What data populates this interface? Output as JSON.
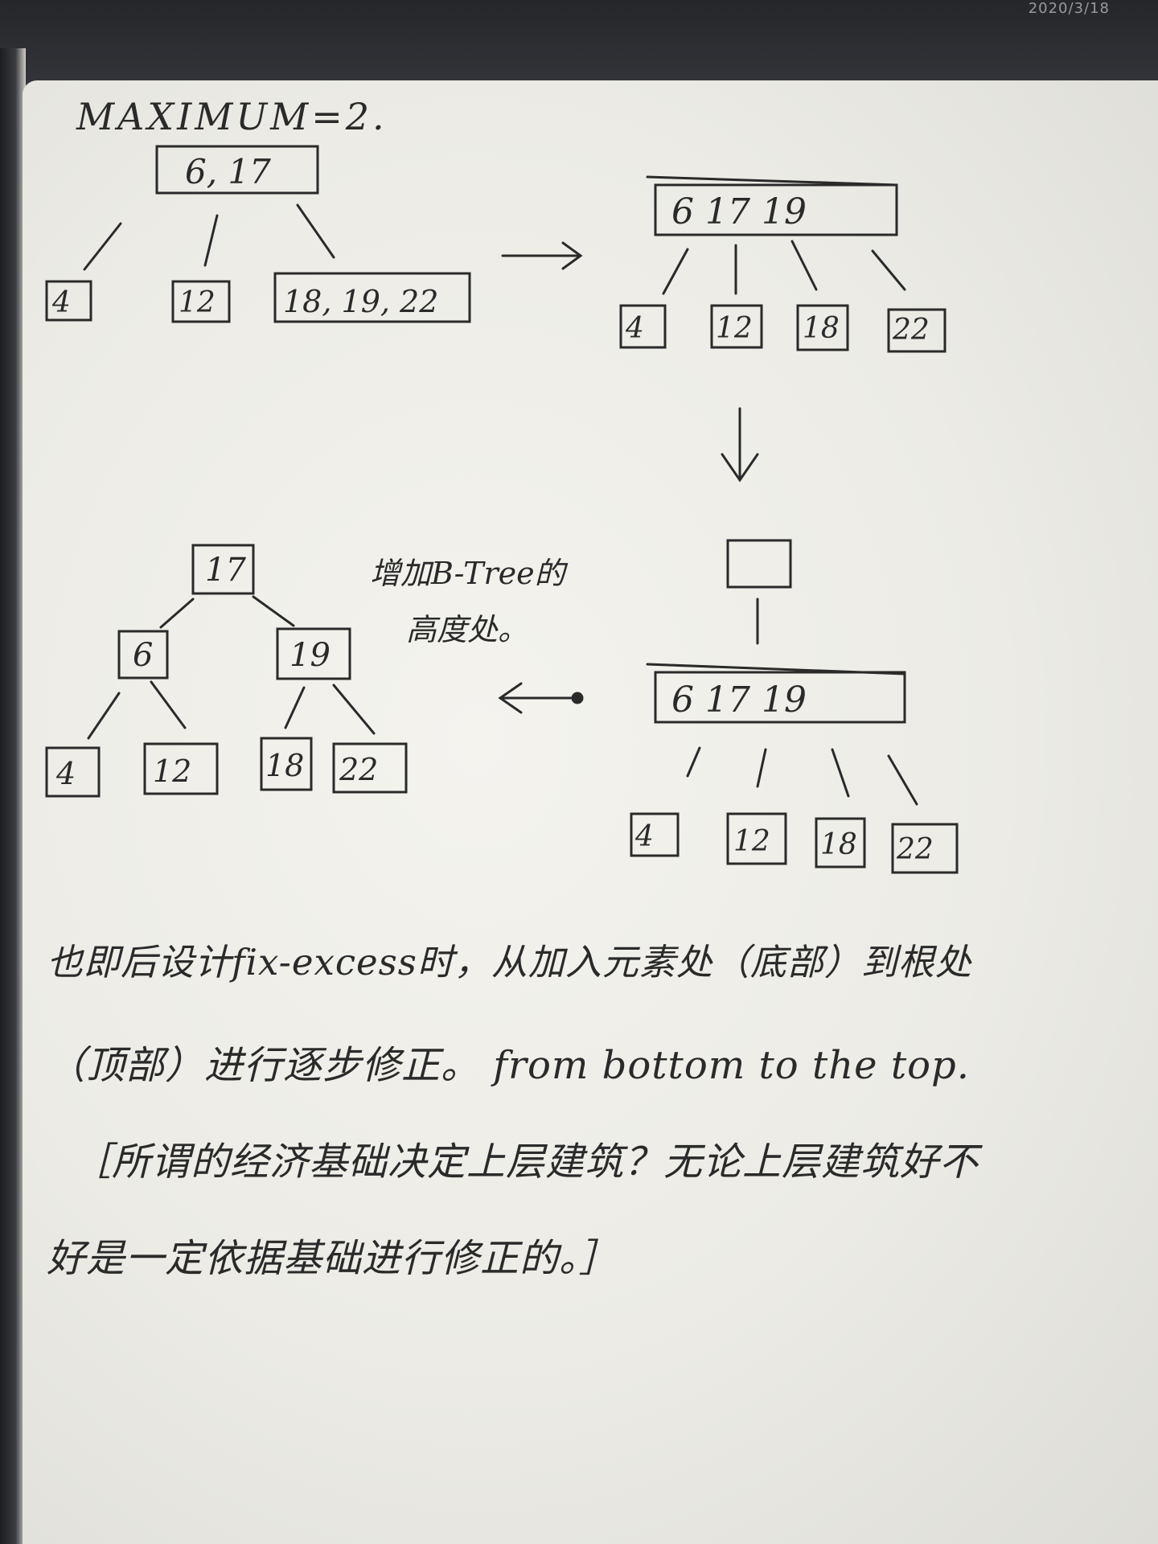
{
  "top_date": "2020/3/18",
  "heading": "MAXIMUM=2.",
  "trees": {
    "initial": {
      "root": "6, 17",
      "leaves": [
        "4",
        "12",
        "18, 19, 22"
      ]
    },
    "split_child": {
      "root": "6 17 19",
      "leaves": [
        "4",
        "12",
        "18",
        "22"
      ]
    },
    "new_root_empty": {
      "root": "",
      "middle": "6 17 19",
      "leaves": [
        "4",
        "12",
        "18",
        "22"
      ]
    },
    "final": {
      "root": "17",
      "left": "6",
      "right": "19",
      "leaves": [
        "4",
        "12",
        "18",
        "22"
      ]
    }
  },
  "side_note": [
    "增加B-Tree的",
    "高度处。"
  ],
  "text_lines": [
    "也即后设计fix-excess时，从加入元素处（底部）到根处",
    "（顶部）进行逐步修正。 from bottom to the top.",
    "［所谓的经济基础决定上层建筑？无论上层建筑好不",
    "好是一定依据基础进行修正的。］"
  ]
}
